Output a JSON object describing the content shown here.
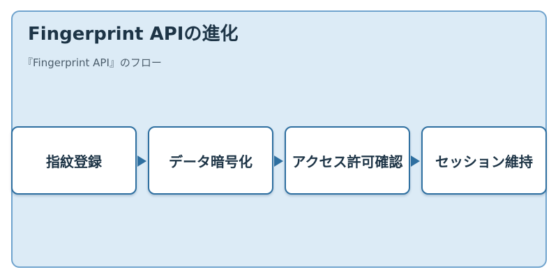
{
  "header": {
    "title": "Fingerprint APIの進化",
    "subtitle": "『Fingerprint API』のフロー"
  },
  "flow": {
    "steps": [
      {
        "label": "指紋登録"
      },
      {
        "label": "データ暗号化"
      },
      {
        "label": "アクセス許可確認"
      },
      {
        "label": "セッション維持"
      }
    ]
  },
  "colors": {
    "panel_background": "#dcebf6",
    "panel_border": "#6fa3cd",
    "box_border": "#2e6fa0",
    "arrow": "#2e6fa0",
    "title_text": "#1d3446"
  }
}
